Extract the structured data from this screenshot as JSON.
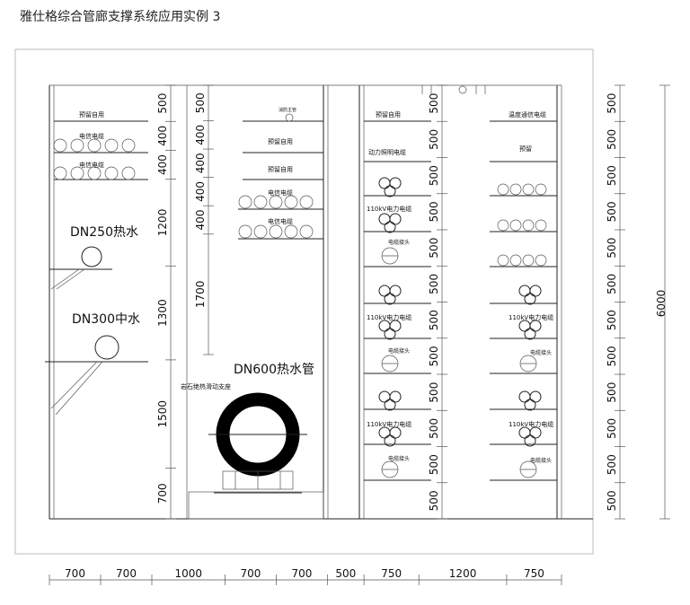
{
  "title": "雅仕格综合管廊支撑系统应用实例 3",
  "bottom_dims": [
    "700",
    "700",
    "1000",
    "700",
    "700",
    "500",
    "750",
    "1200",
    "750"
  ],
  "left_col_dims": [
    "500",
    "400",
    "400",
    "1200",
    "1300",
    "1500",
    "700"
  ],
  "mid_col_dims": [
    "500",
    "400",
    "400",
    "400",
    "400",
    "1700"
  ],
  "right_col_dims": [
    "500",
    "500",
    "500",
    "500",
    "500",
    "500",
    "500",
    "500",
    "500",
    "500",
    "500",
    "500"
  ],
  "far_col_dims": [
    "500",
    "500",
    "500",
    "500",
    "500",
    "500",
    "500",
    "500",
    "500",
    "500",
    "500",
    "500"
  ],
  "total_height": "6000",
  "labels": {
    "reserved": "预留自用",
    "telecom": "电信电缆",
    "fire": "消防主管",
    "dn250": "DN250热水",
    "dn300": "DN300中水",
    "dn600": "DN600热水管",
    "slide_support": "岩石绝热滑动支座",
    "power_light": "动力照明电缆",
    "kv110": "110kV电力电缆",
    "joint": "电缆接头",
    "temp_comm": "温度通信电缆",
    "reserved2": "预留"
  }
}
